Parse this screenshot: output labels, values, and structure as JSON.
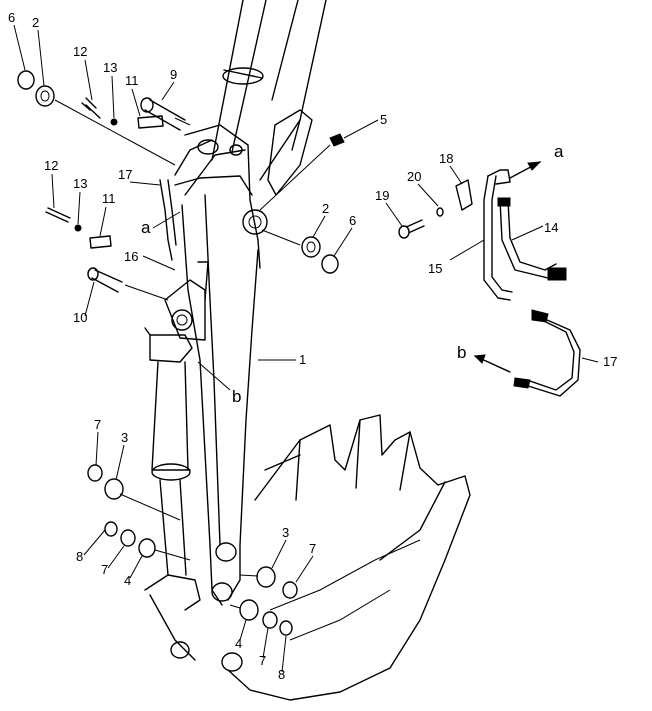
{
  "diagram": {
    "part_numbers": [
      "1",
      "2",
      "2",
      "3",
      "3",
      "4",
      "4",
      "5",
      "6",
      "6",
      "7",
      "7",
      "7",
      "8",
      "8",
      "9",
      "10",
      "11",
      "11",
      "12",
      "12",
      "13",
      "13",
      "14",
      "15",
      "16",
      "17",
      "17",
      "18",
      "19",
      "20"
    ],
    "letters": [
      "a",
      "a",
      "b",
      "b"
    ],
    "callouts": {
      "p6a": "6",
      "p2a": "2",
      "p12a": "12",
      "p13a": "13",
      "p11a": "11",
      "p9": "9",
      "p12b": "12",
      "p13b": "13",
      "p17a": "17",
      "p11b": "11",
      "a1": "a",
      "p16": "16",
      "p10": "10",
      "b1": "b",
      "p1": "1",
      "p5": "5",
      "p2b": "2",
      "p6b": "6",
      "p18": "18",
      "p20": "20",
      "p19": "19",
      "a2": "a",
      "p14": "14",
      "p15": "15",
      "b2": "b",
      "p17b": "17",
      "p7a": "7",
      "p3a": "3",
      "p8a": "8",
      "p7b": "7",
      "p4a": "4",
      "p3b": "3",
      "p7c": "7",
      "p4b": "4",
      "p7d": "7",
      "p8b": "8"
    }
  }
}
